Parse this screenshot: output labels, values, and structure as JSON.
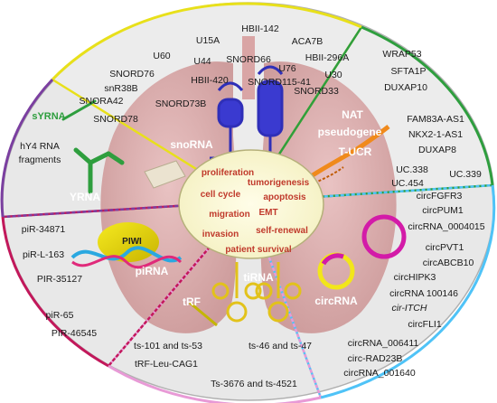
{
  "center": {
    "items": [
      "proliferation",
      "tumorigenesis",
      "cell cycle",
      "apoptosis",
      "migration",
      "EMT",
      "self-renewal",
      "invasion",
      "patient survival"
    ]
  },
  "segments": {
    "snorna": {
      "title": "snoRNA",
      "color": "#e8e01a",
      "items": [
        "U15A",
        "HBII-142",
        "ACA7B",
        "U60",
        "U44",
        "SNORD66",
        "U76",
        "HBII-296A",
        "SNORD76",
        "HBII-420",
        "U30",
        "snR38B",
        "SNORD115-41",
        "SNORA42",
        "SNORD73B",
        "SNORD33",
        "SNORD78"
      ]
    },
    "lncrna": {
      "title": "",
      "color": "#2e9e3e",
      "items": [
        "WRAP53",
        "SFTA1P",
        "DUXAP10",
        "FAM83A-AS1",
        "NKX2-1-AS1",
        "DUXAP8",
        "UC.338",
        "UC.339",
        "UC.454"
      ],
      "inner_labels": [
        "NAT",
        "pseudogene",
        "T-UCR"
      ]
    },
    "circrna": {
      "title": "circRNA",
      "color": "#4fc3f7",
      "items": [
        "circFGFR3",
        "circPUM1",
        "circRNA_0004015",
        "circPVT1",
        "circABCB10",
        "circHIPK3",
        "circRNA 100146",
        "cir-ITCH",
        "circFLI1",
        "circRNA_006411",
        "circ-RAD23B",
        "circRNA_001640"
      ]
    },
    "tirna": {
      "title": "tiRNA",
      "subtitle": "tRF",
      "color": "#e89ad6",
      "items": [
        "ts-101 and ts-53",
        "ts-46 and ts-47",
        "tRF-Leu-CAG1",
        "Ts-3676 and ts-4521"
      ]
    },
    "pirna": {
      "title": "piRNA",
      "badge": "PIWI",
      "color": "#c2185b",
      "items": [
        "piR-34871",
        "piR-L-163",
        "PIR-35127",
        "piR-65",
        "PIR-46545"
      ]
    },
    "yrna": {
      "title": "YRNA",
      "subtitle": "sYRNA",
      "color": "#7b3fa0",
      "items": [
        "hY4 RNA",
        "fragments"
      ]
    }
  }
}
